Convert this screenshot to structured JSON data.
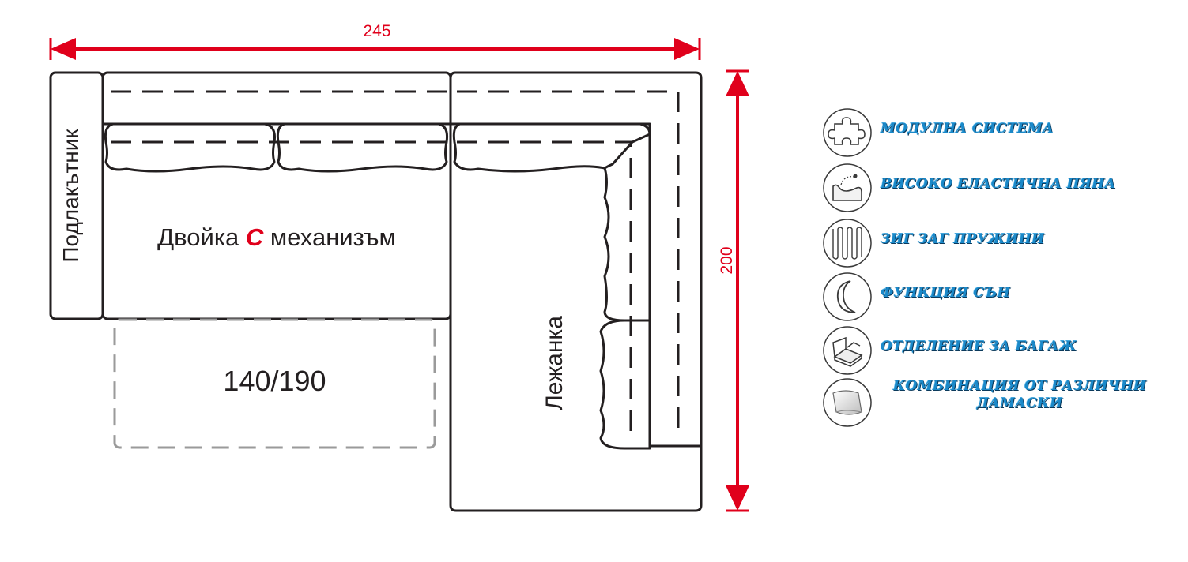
{
  "dimensions": {
    "width": "245",
    "height": "200"
  },
  "labels": {
    "armrest": "Подлакътник",
    "main_section_prefix": "Двойка ",
    "main_section_highlight": "С",
    "main_section_suffix": " механизъм",
    "bed_size": "140/190",
    "chaise": "Лежанка"
  },
  "features": [
    {
      "icon": "puzzle-icon",
      "label": "МОДУЛНА СИСТЕМА"
    },
    {
      "icon": "foam-icon",
      "label": "ВИСОКО ЕЛАСТИЧНА ПЯНА"
    },
    {
      "icon": "zigzag-spring-icon",
      "label": "ЗИГ ЗАГ ПРУЖИНИ"
    },
    {
      "icon": "moon-icon",
      "label": "ФУНКЦИЯ СЪН"
    },
    {
      "icon": "storage-box-icon",
      "label": "ОТДЕЛЕНИЕ ЗА БАГАЖ"
    },
    {
      "icon": "fabric-swatch-icon",
      "label": "КОМБИНАЦИЯ ОТ РАЗЛИЧНИ ДАМАСКИ"
    }
  ],
  "colors": {
    "dimension": "#e0001b",
    "outline": "#231f20",
    "feature_text": "#1b89c9",
    "bed_outline": "#9a9a9a"
  }
}
